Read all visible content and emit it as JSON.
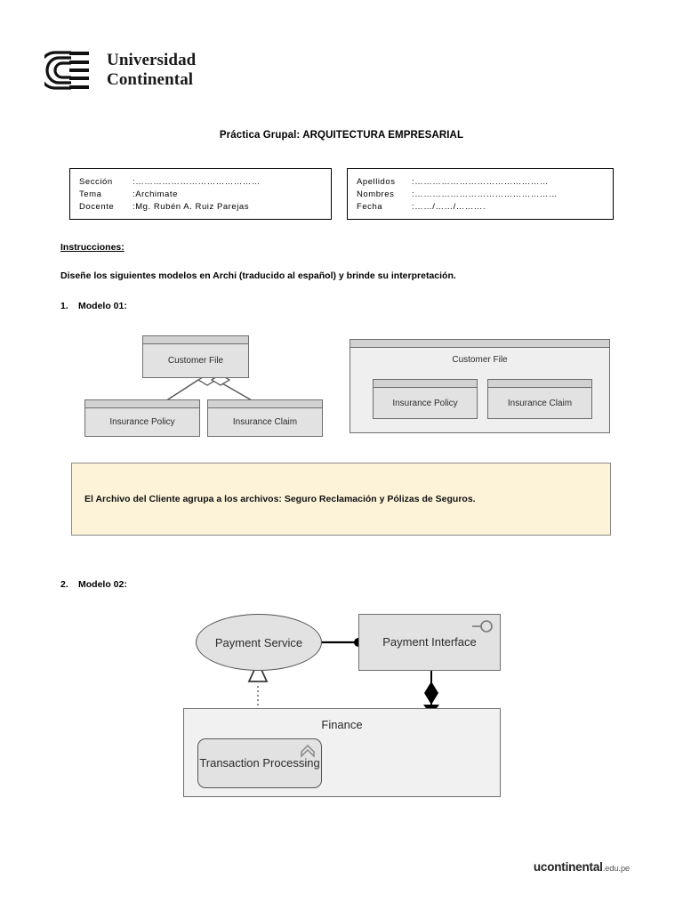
{
  "header": {
    "logo_icon": "university-book-logo",
    "logo_line1": "Universidad",
    "logo_line2": "Continental"
  },
  "document": {
    "title": "Práctica Grupal: ARQUITECTURA EMPRESARIAL"
  },
  "info_left": {
    "rows": [
      {
        "label": "Sección",
        "separator": ":",
        "value": "……………………………………"
      },
      {
        "label": "Tema",
        "separator": ":",
        "value": "Archimate"
      },
      {
        "label": "Docente",
        "separator": ":",
        "value": "Mg. Rubén A. Ruiz Parejas"
      }
    ]
  },
  "info_right": {
    "rows": [
      {
        "label": "Apellidos",
        "separator": ":",
        "value": "………………………………………"
      },
      {
        "label": "Nombres",
        "separator": ":",
        "value": "…………………………………………"
      },
      {
        "label": "Fecha",
        "separator": ":",
        "value": "……/……/………."
      }
    ]
  },
  "instructions": {
    "heading": "Instrucciones:",
    "body": "Diseñe los siguientes modelos en Archi (traducido al español) y brinde su interpretación."
  },
  "items": [
    {
      "number": "1.",
      "label": "Modelo 01:"
    },
    {
      "number": "2.",
      "label": "Modelo 02:"
    }
  ],
  "model01": {
    "variant_composition": {
      "parent": "Customer File",
      "children": [
        "Insurance Policy",
        "Insurance Claim"
      ],
      "relation": "aggregation"
    },
    "variant_nested": {
      "parent": "Customer File",
      "children": [
        "Insurance Policy",
        "Insurance Claim"
      ],
      "relation": "nesting"
    }
  },
  "answer": {
    "text": "El Archivo del Cliente agrupa a los archivos: Seguro Reclamación y Pólizas de Seguros.",
    "background": "#fdf3d8"
  },
  "model02": {
    "service": "Payment Service",
    "interface": "Payment Interface",
    "interface_icon": "lollipop-interface-icon",
    "group": "Finance",
    "function": "Transaction Processing",
    "function_icon": "chevron-function-icon",
    "relations": [
      {
        "type": "assignment",
        "from": "Payment Interface",
        "to": "Payment Service"
      },
      {
        "type": "realization",
        "from": "Transaction Processing",
        "to": "Payment Service"
      },
      {
        "type": "composition",
        "from": "Payment Interface",
        "to": "Finance"
      }
    ]
  },
  "footer": {
    "brand": "ucontinental",
    "tld": ".edu.pe"
  },
  "colors": {
    "element_fill": "#e2e2e2",
    "container_fill": "#efefef",
    "element_stroke": "#6e6e6e",
    "answer_fill": "#fdf3d8"
  }
}
